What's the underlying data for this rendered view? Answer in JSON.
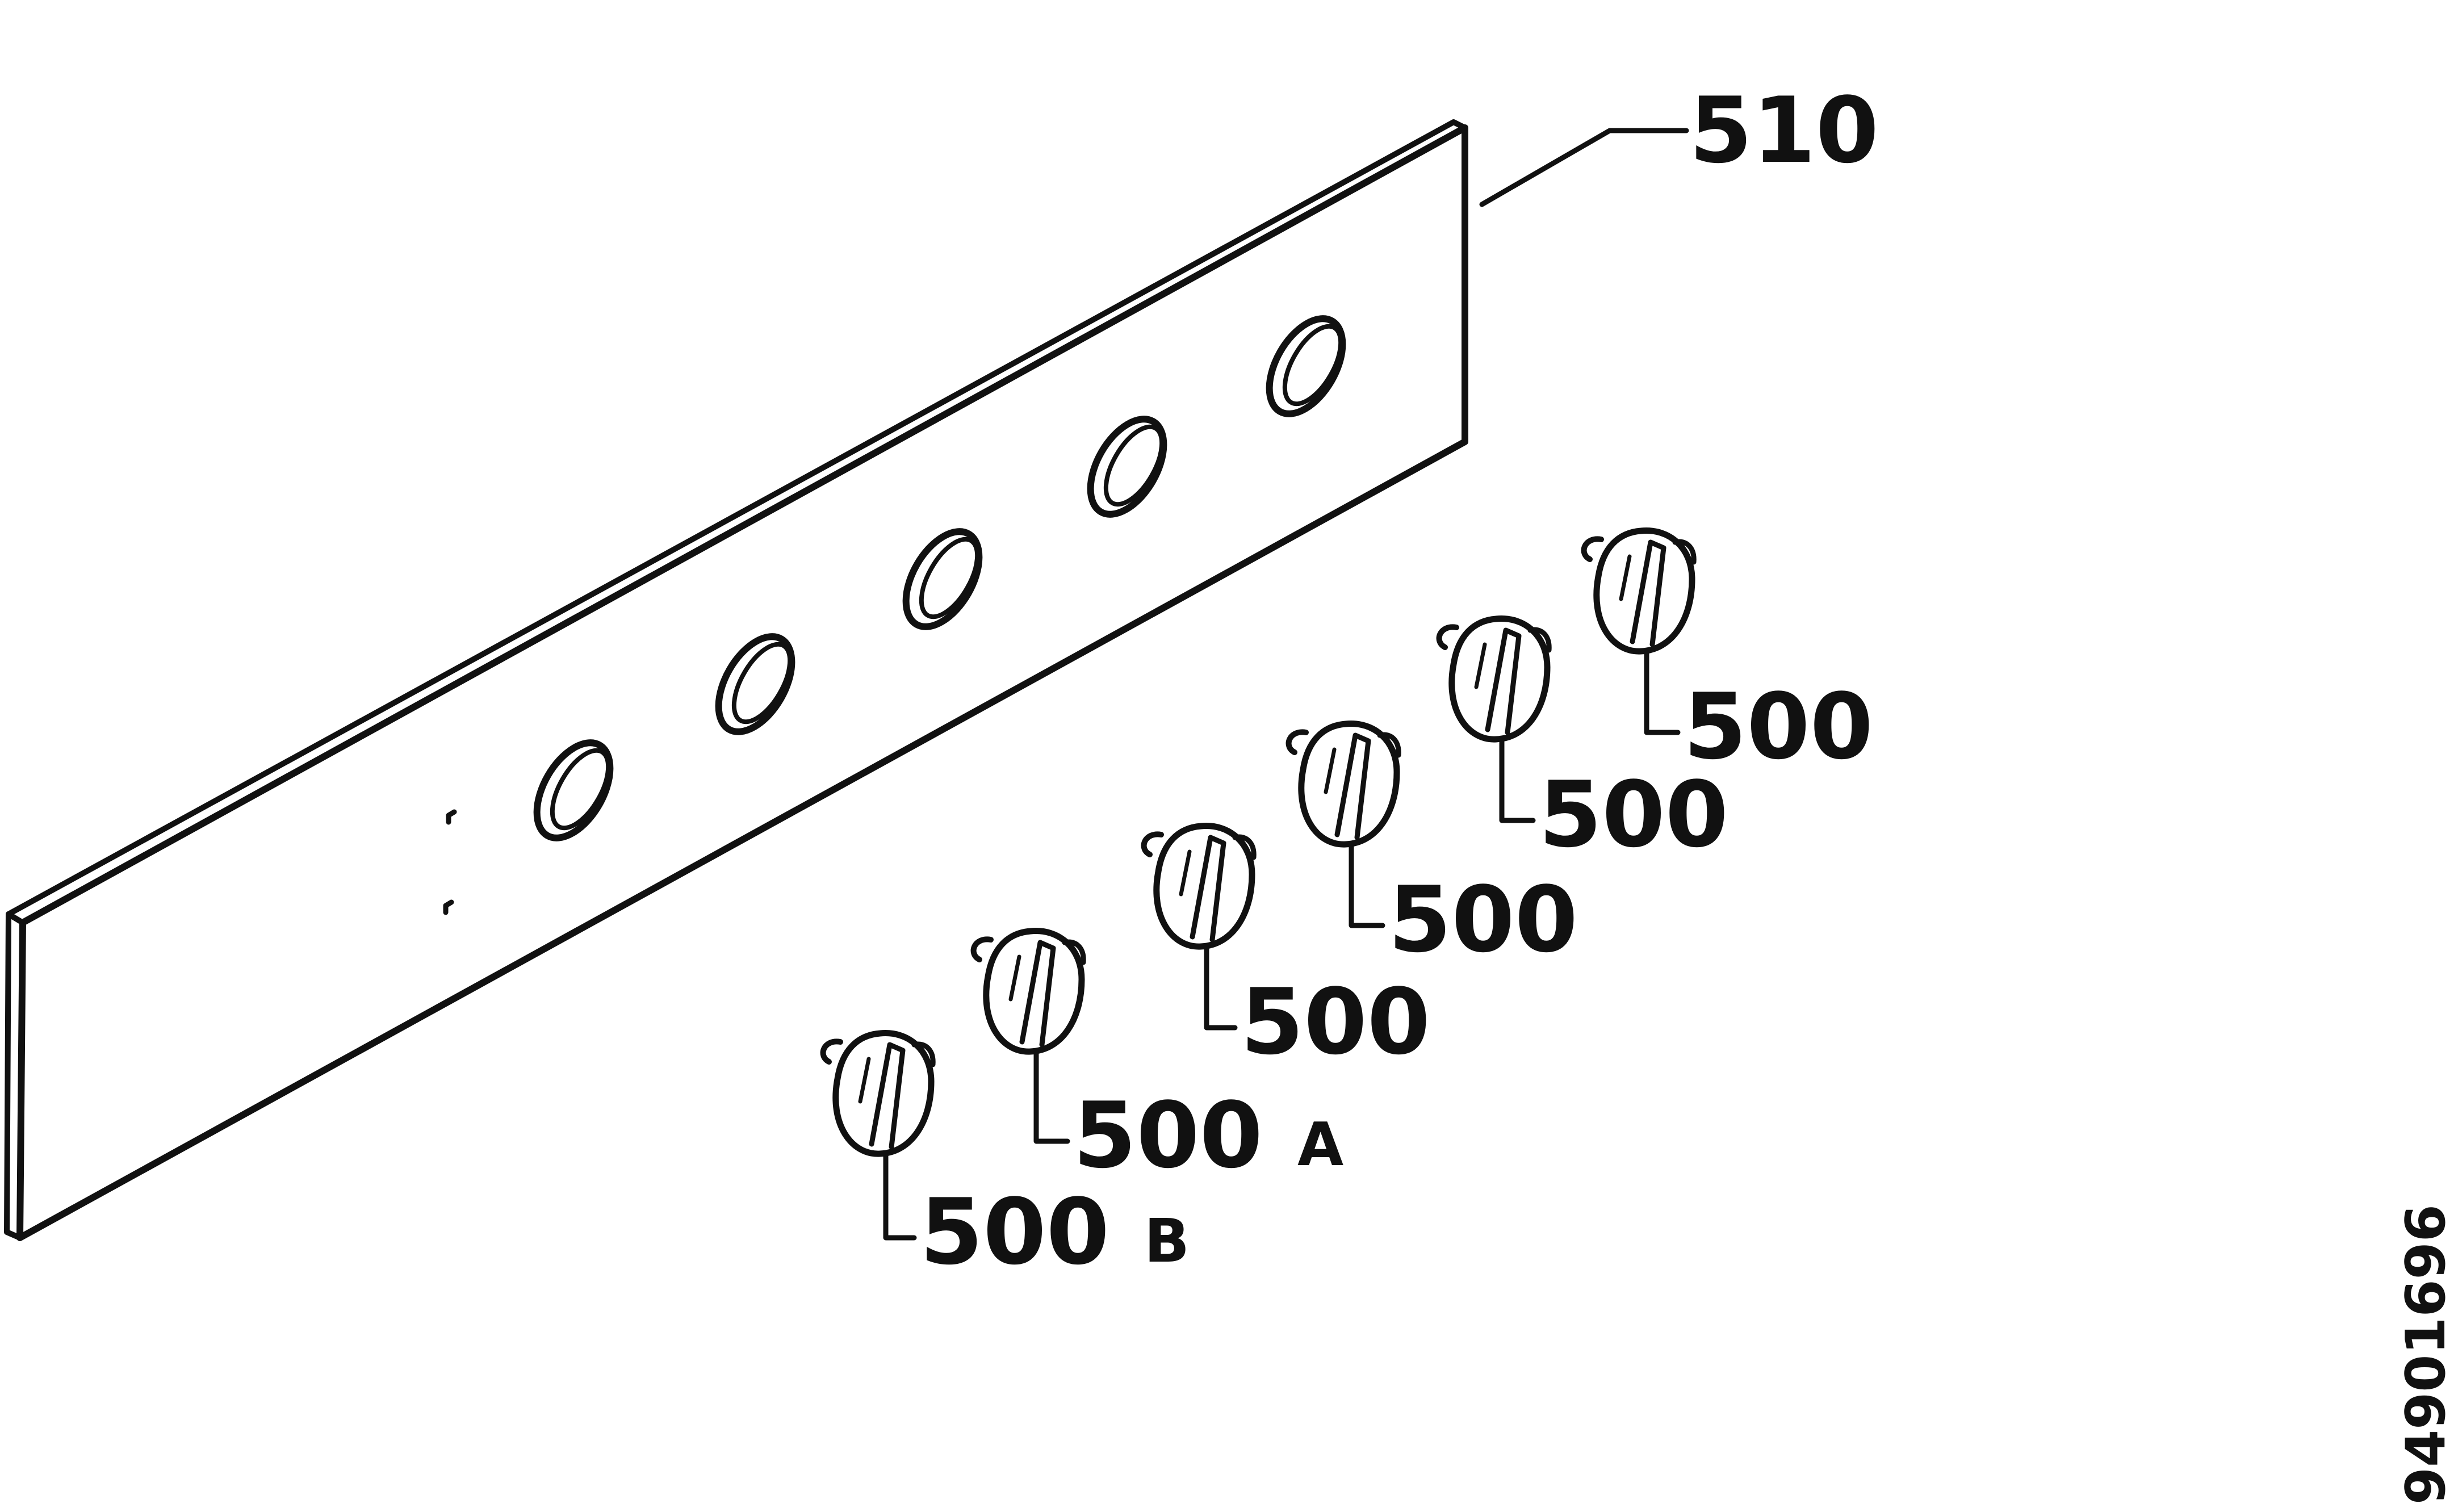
{
  "panel": {
    "label": "510"
  },
  "knobs": [
    {
      "number": "500",
      "suffix": "B"
    },
    {
      "number": "500",
      "suffix": "A"
    },
    {
      "number": "500",
      "suffix": ""
    },
    {
      "number": "500",
      "suffix": ""
    },
    {
      "number": "500",
      "suffix": ""
    },
    {
      "number": "500",
      "suffix": ""
    }
  ],
  "document_id": "94901696",
  "colors": {
    "ink": "#111111",
    "background": "#ffffff"
  }
}
